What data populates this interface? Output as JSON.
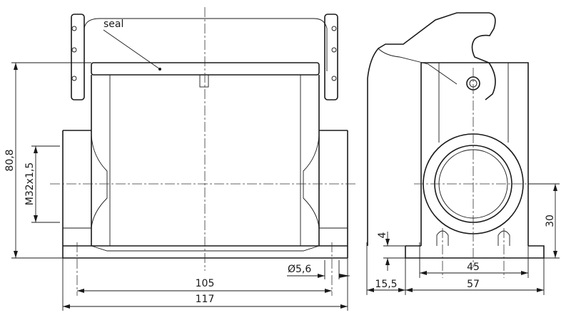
{
  "labels": {
    "seal": "seal",
    "height": "80,8",
    "thread": "M32x1,5",
    "width_inner": "105",
    "width_outer": "117",
    "hole_diameter": "Ø5,6",
    "side_offset": "15,5",
    "side_base": "57",
    "side_holes": "45",
    "side_center_height": "30",
    "side_base_thickness": "4"
  }
}
